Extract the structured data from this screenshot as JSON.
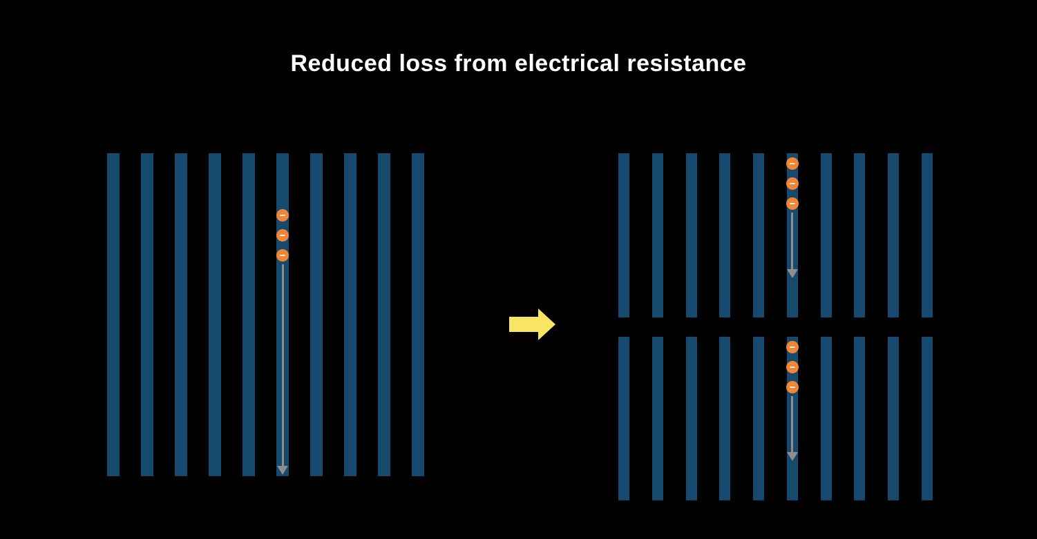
{
  "title": "Reduced loss from electrical resistance",
  "colors": {
    "background": "#000000",
    "title_text": "#ffffff",
    "bar": "#15496d",
    "electron": "#f08535",
    "electron_symbol": "#ffffff",
    "flow_arrow": "#8e8e8e",
    "transition_arrow": "#f8e563"
  },
  "diagram": {
    "electron_symbol": "−",
    "left_panel": {
      "bar_count": 10,
      "electron_bar_index": 5,
      "electron_count": 3
    },
    "right_panels": [
      {
        "bar_count": 10,
        "electron_bar_index": 5,
        "electron_count": 3
      },
      {
        "bar_count": 10,
        "electron_bar_index": 5,
        "electron_count": 3
      }
    ]
  }
}
